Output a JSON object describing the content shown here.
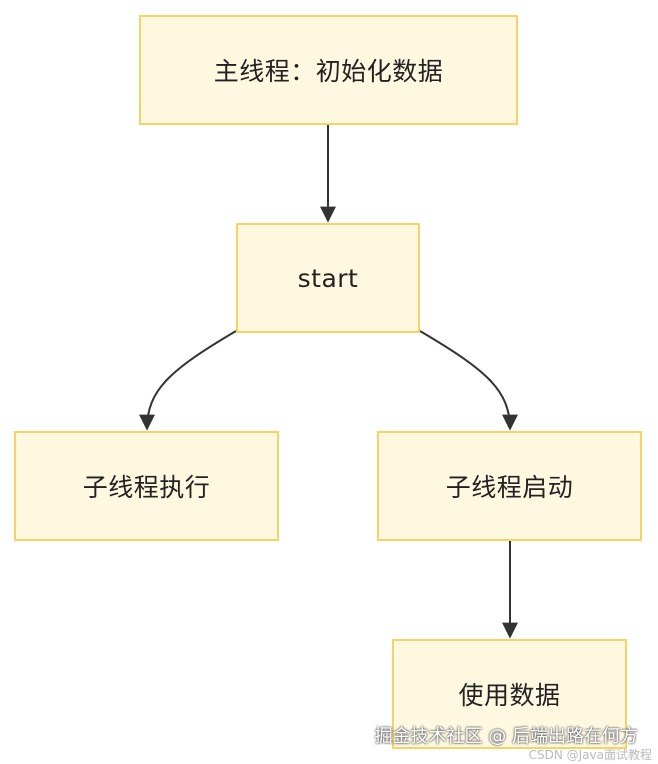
{
  "nodes": {
    "main": "主线程：初始化数据",
    "start": "start",
    "exec": "子线程执行",
    "launch": "子线程启动",
    "use": "使用数据"
  },
  "watermark": {
    "primary": "掘金技术社区 @ 后端出路在何方",
    "secondary": "CSDN @Java面试教程"
  },
  "colors": {
    "node_fill": "#fff8e1",
    "node_border": "#f6d367",
    "edge": "#333333"
  }
}
